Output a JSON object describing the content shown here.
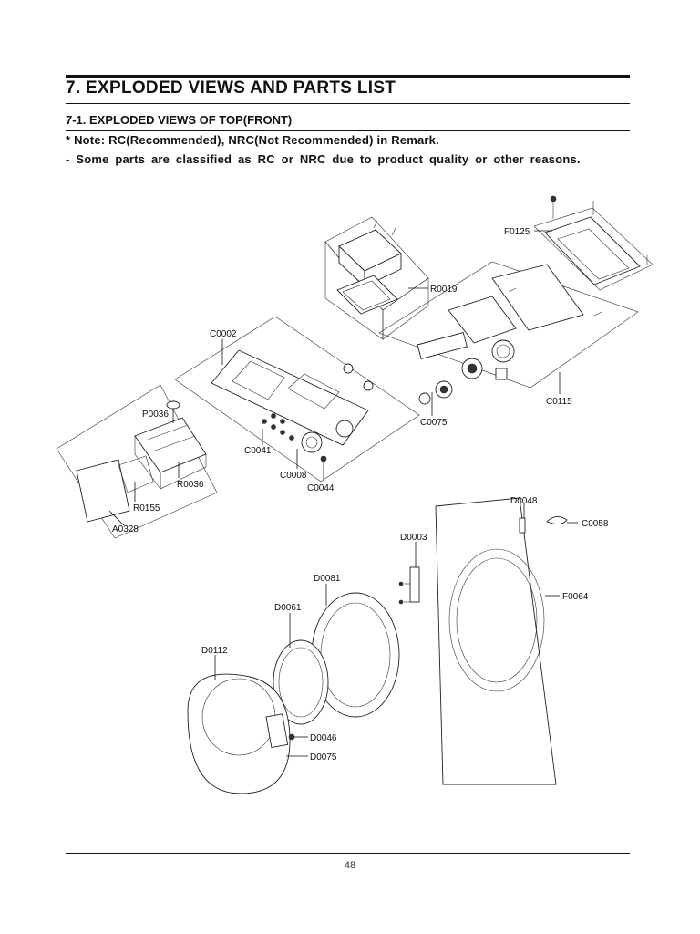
{
  "page": {
    "heading": "7. EXPLODED VIEWS AND PARTS LIST",
    "subheading": "7-1. EXPLODED VIEWS OF TOP(FRONT)",
    "note_rc": "* Note: RC(Recommended), NRC(Not Recommended) in Remark.",
    "note_classified": "- Some parts are classified as RC or NRC due to product quality or other reasons.",
    "page_number": "48"
  },
  "callouts": {
    "f0125": "F0125",
    "r0019": "R0019",
    "c0002": "C0002",
    "c0115": "C0115",
    "p0036": "P0036",
    "c0075": "C0075",
    "c0041": "C0041",
    "r0036": "R0036",
    "c0008": "C0008",
    "c0044": "C0044",
    "r0155": "R0155",
    "a0328": "A0328",
    "d0048": "D0048",
    "c0058": "C0058",
    "d0003": "D0003",
    "d0081": "D0081",
    "f0064": "F0064",
    "d0061": "D0061",
    "d0112": "D0112",
    "d0046": "D0046",
    "d0075": "D0075"
  }
}
